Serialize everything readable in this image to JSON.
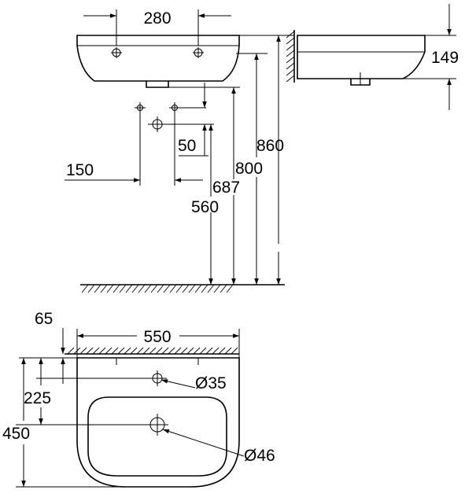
{
  "side_view": {
    "width_280": "280",
    "height_149": "149",
    "dim_860": "860",
    "dim_800": "800",
    "dim_687": "687",
    "dim_560": "560",
    "dim_50": "50",
    "dim_150": "150"
  },
  "plan_view": {
    "offset_65": "65",
    "width_550": "550",
    "dia_35": "Ø35",
    "dim_225": "225",
    "dim_450": "450",
    "dia_46": "Ø46"
  }
}
